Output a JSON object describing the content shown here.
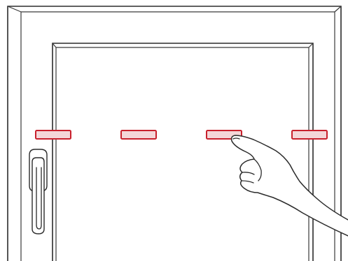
{
  "illustration": {
    "subject": "window-frame-with-marker-strips",
    "marker_count": 4,
    "pointed_marker_index": 2,
    "colors": {
      "line": "#2b2b2b",
      "marker_stroke": "#c8202c",
      "marker_fill": "#f4d6d8",
      "background": "#ffffff"
    },
    "icons": [
      "window-frame",
      "window-handle-icon",
      "pointing-hand-icon"
    ]
  }
}
